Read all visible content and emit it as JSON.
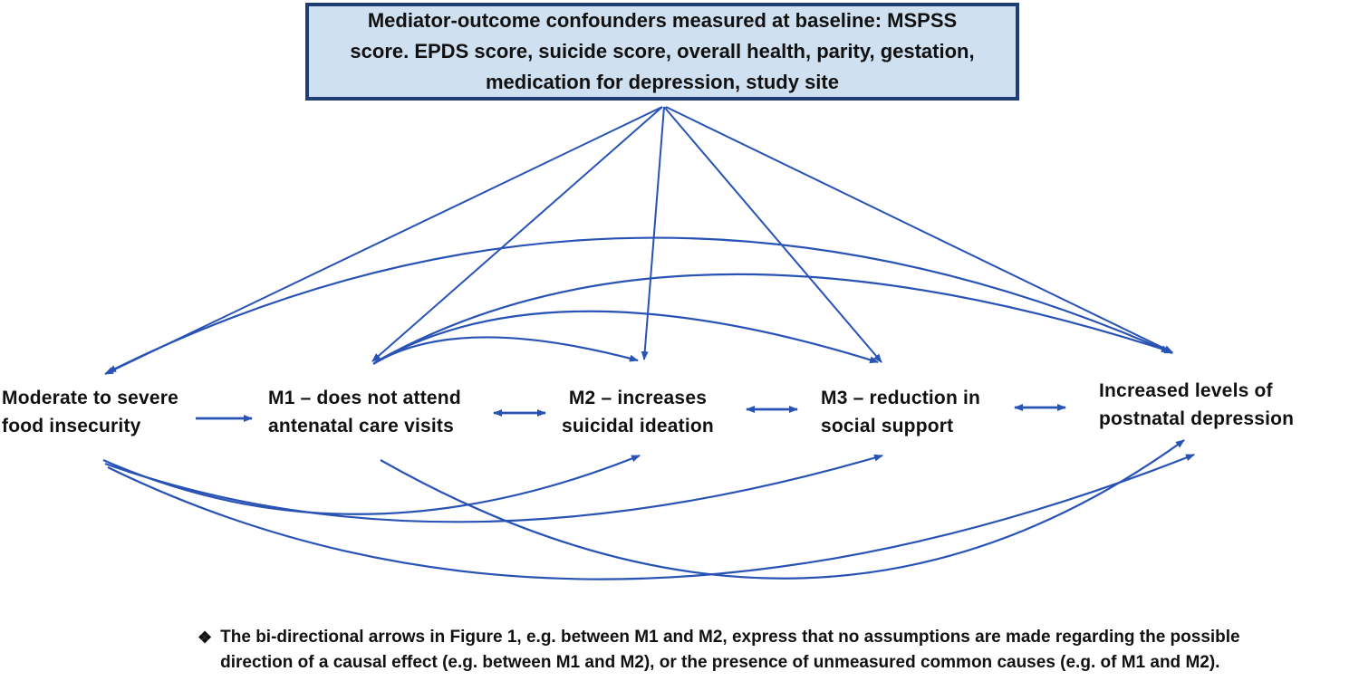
{
  "figure": {
    "kind": "causal-diagram",
    "description": "Mediation DAG linking food insecurity to postnatal depression via three mediators"
  },
  "colors": {
    "arrow": "#2853b4",
    "box_fill": "#cfe0f0",
    "box_border": "#1e3e75",
    "text": "#111111",
    "bg": "#ffffff"
  },
  "confounders_box": {
    "lines": [
      "Mediator-outcome confounders measured at baseline: MSPSS",
      "score. EPDS score, suicide score, overall health, parity, gestation,",
      "medication for depression, study site"
    ]
  },
  "nodes": [
    {
      "id": "exposure",
      "line1": "Moderate to severe",
      "line2": "food insecurity"
    },
    {
      "id": "m1",
      "line1": "M1 – does not attend",
      "line2": "antenatal care visits"
    },
    {
      "id": "m2",
      "line1": "M2 – increases",
      "line2": "suicidal ideation"
    },
    {
      "id": "m3",
      "line1": "M3 – reduction in",
      "line2": "social support"
    },
    {
      "id": "outcome",
      "line1": "Increased levels of",
      "line2": "postnatal depression"
    }
  ],
  "edges": [
    {
      "from": "confounders",
      "to": "exposure",
      "style": "straight",
      "direction": "one-way"
    },
    {
      "from": "confounders",
      "to": "m1",
      "style": "straight",
      "direction": "one-way"
    },
    {
      "from": "confounders",
      "to": "m2",
      "style": "straight",
      "direction": "one-way"
    },
    {
      "from": "confounders",
      "to": "m3",
      "style": "straight",
      "direction": "one-way"
    },
    {
      "from": "confounders",
      "to": "outcome",
      "style": "straight",
      "direction": "one-way"
    },
    {
      "from": "exposure",
      "to": "m1",
      "style": "straight",
      "direction": "one-way"
    },
    {
      "from": "m1",
      "to": "m2",
      "style": "straight",
      "direction": "two-way"
    },
    {
      "from": "m2",
      "to": "m3",
      "style": "straight",
      "direction": "two-way"
    },
    {
      "from": "m3",
      "to": "outcome",
      "style": "straight",
      "direction": "two-way"
    },
    {
      "from": "exposure",
      "to": "outcome",
      "style": "arc-above",
      "direction": "two-way"
    },
    {
      "from": "m1",
      "to": "outcome",
      "style": "arc-above",
      "direction": "one-way"
    },
    {
      "from": "m1",
      "to": "m3",
      "style": "arc-above",
      "direction": "one-way"
    },
    {
      "from": "m1",
      "to": "m2",
      "style": "arc-above",
      "direction": "one-way"
    },
    {
      "from": "exposure",
      "to": "m2",
      "style": "arc-below",
      "direction": "one-way"
    },
    {
      "from": "exposure",
      "to": "m3",
      "style": "arc-below",
      "direction": "one-way"
    },
    {
      "from": "exposure",
      "to": "outcome",
      "style": "arc-below",
      "direction": "one-way"
    },
    {
      "from": "m1",
      "to": "outcome",
      "style": "arc-below",
      "direction": "one-way"
    }
  ],
  "footnote": {
    "bullet": "❖",
    "lines": [
      "The bi-directional arrows in Figure 1, e.g. between M1 and M2, express that no assumptions are made regarding the possible",
      "direction of a causal effect (e.g. between M1 and M2), or the presence of unmeasured common causes (e.g. of M1 and M2)."
    ]
  }
}
